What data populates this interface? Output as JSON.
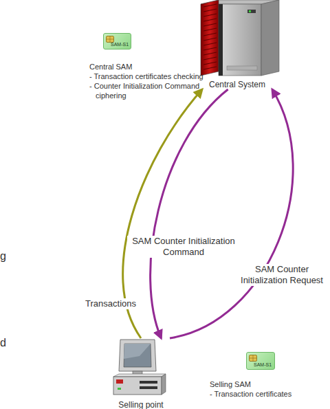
{
  "diagram": {
    "nodes": [
      {
        "text": [
          "Central System"
        ]
      },
      {
        "text": [
          "SAM-S1"
        ]
      },
      {
        "text": [
          "Selling point"
        ]
      },
      {
        "text": [
          "SAM-S1"
        ]
      }
    ],
    "edges": [
      {
        "from": 2,
        "to": 0,
        "label": "Transactions",
        "arrow": "to"
      },
      {
        "from": 0,
        "to": 2,
        "label": "SAM Counter Initialization Command",
        "arrow": "to"
      },
      {
        "from": 2,
        "to": 0,
        "label": "SAM Counter Initialization Request",
        "arrow": "to"
      }
    ],
    "labels": [
      "Central SAM",
      "- Transaction certificates checking",
      "- Counter Initialization Command ciphering",
      "Selling SAM",
      "- Transaction certificates",
      "g",
      "d"
    ]
  }
}
